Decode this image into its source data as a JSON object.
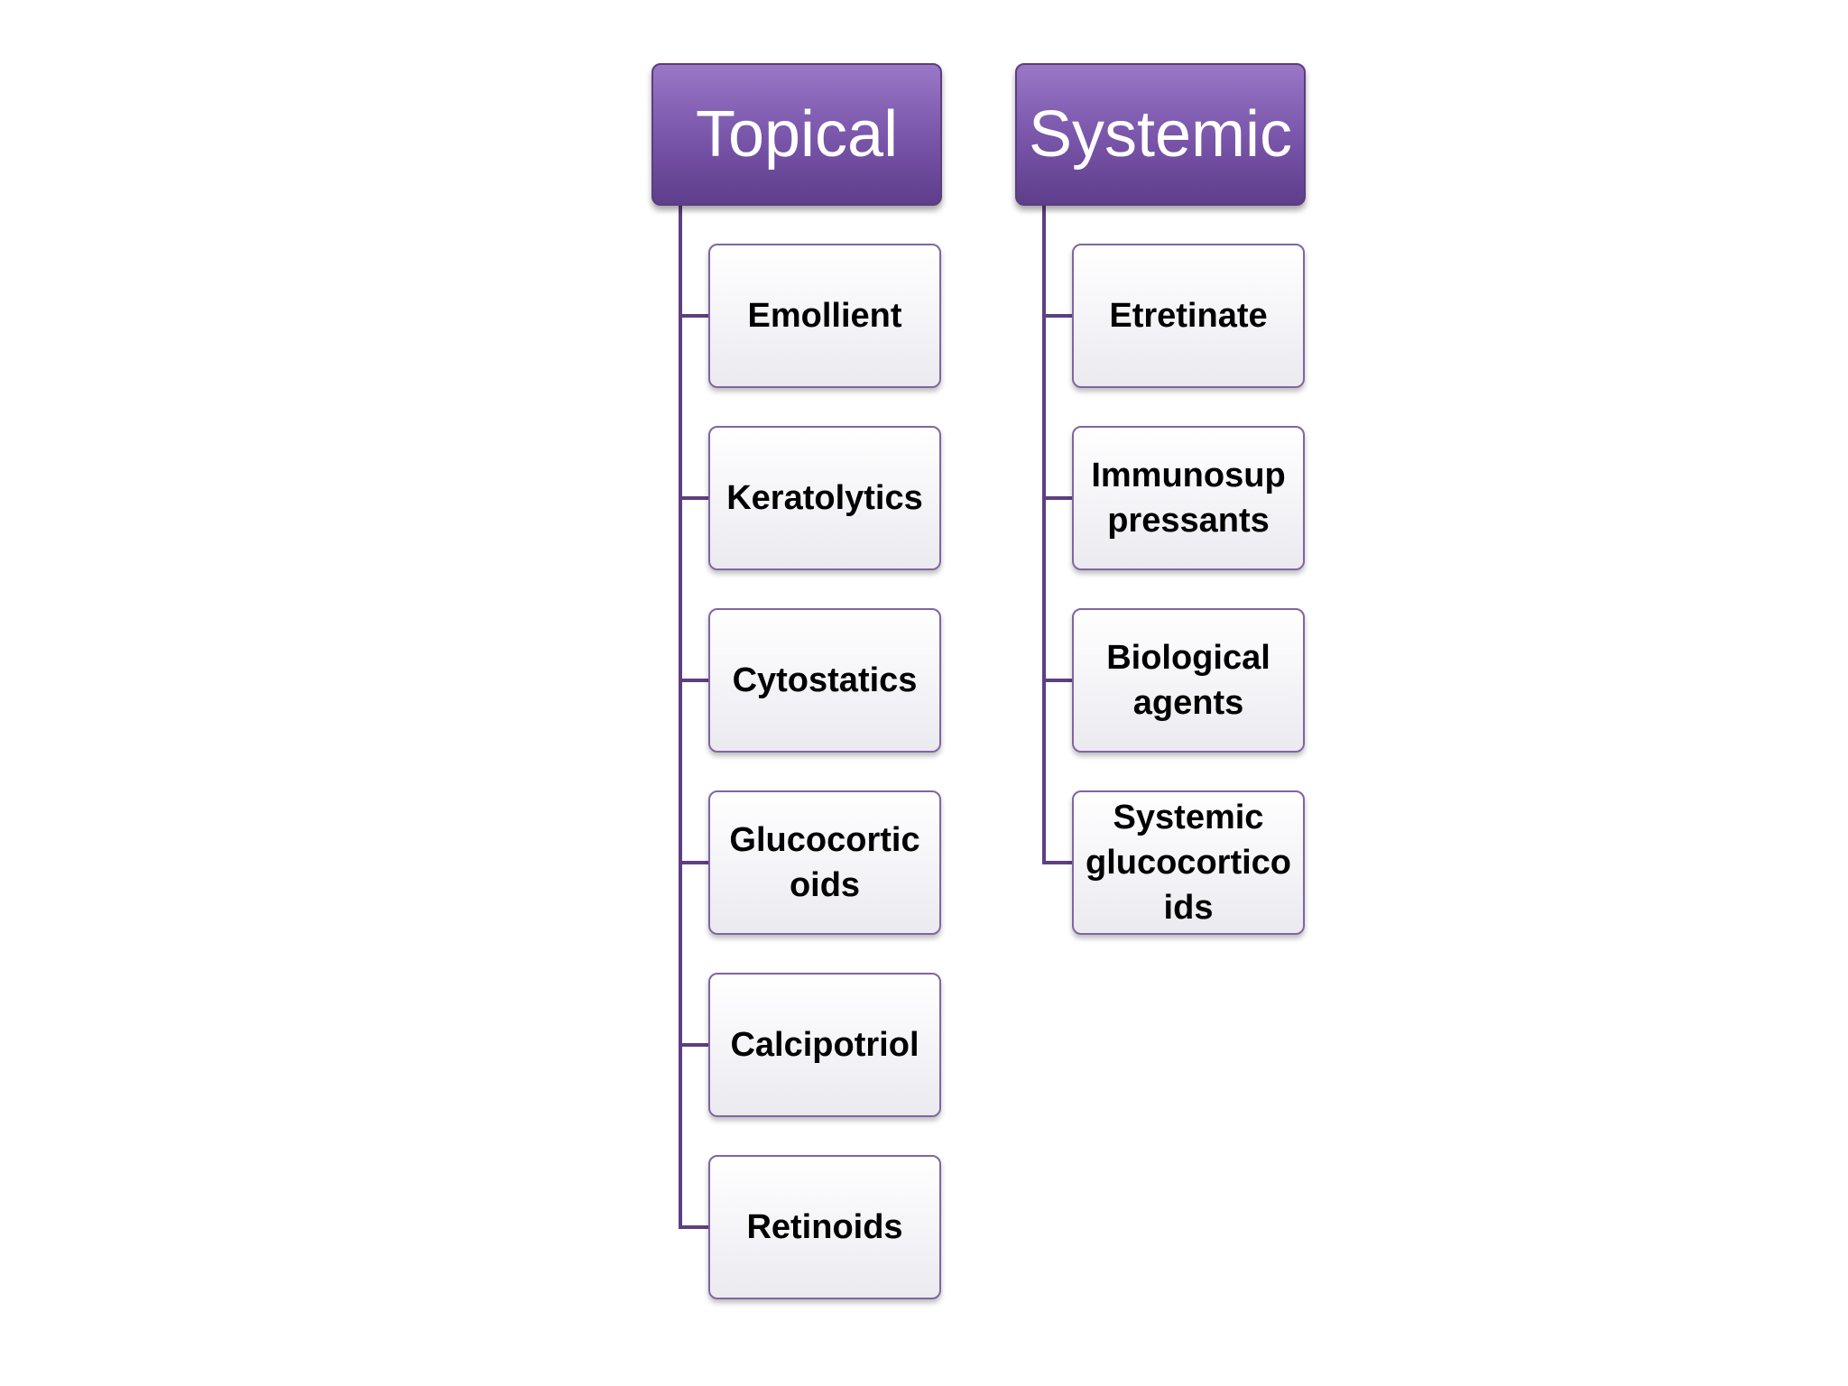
{
  "colors": {
    "header_fill": "#7b58ab",
    "connector": "#5e3f82",
    "child_border": "#8065a3",
    "child_fill": "#f3f2f6"
  },
  "groups": [
    {
      "title": "Topical",
      "items": [
        "Emollient",
        "Keratolytics",
        "Cytostatics",
        "Glucocortic\noids",
        "Calcipotriol",
        "Retinoids"
      ]
    },
    {
      "title": "Systemic",
      "items": [
        "Etretinate",
        "Immunosup\npressants",
        "Biological\nagents",
        "Systemic\nglucocortico\nids"
      ]
    }
  ]
}
